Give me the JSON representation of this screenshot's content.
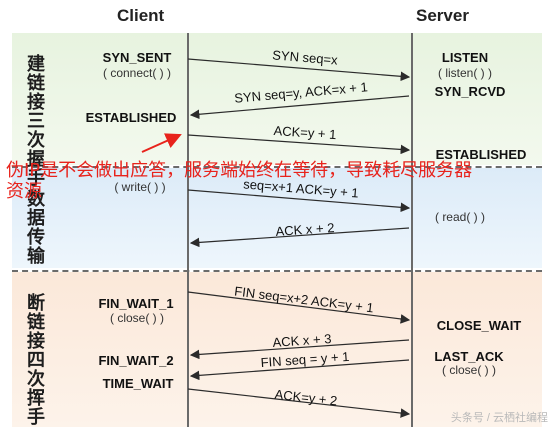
{
  "headers": {
    "client": "Client",
    "server": "Server"
  },
  "sections": {
    "connect": "建链接三次握手",
    "data": "数据传输",
    "disconnect": "断链接四次挥手"
  },
  "client_states": {
    "syn_sent": "SYN_SENT",
    "connect_call": "( connect( ) )",
    "established": "ESTABLISHED",
    "write_call": "( write( ) )",
    "fin_wait_1": "FIN_WAIT_1",
    "close_call": "( close( ) )",
    "fin_wait_2": "FIN_WAIT_2",
    "time_wait": "TIME_WAIT"
  },
  "server_states": {
    "listen": "LISTEN",
    "listen_call": "( listen( ) )",
    "syn_rcvd": "SYN_RCVD",
    "established": "ESTABLISHED",
    "read_call": "( read( ) )",
    "close_wait": "CLOSE_WAIT",
    "last_ack": "LAST_ACK",
    "close_call": "( close( ) )"
  },
  "messages": [
    "SYN seq=x",
    "SYN seq=y, ACK=x + 1",
    "ACK=y + 1",
    "seq=x+1 ACK=y + 1",
    "ACK x + 2",
    "FIN seq=x+2 ACK=y + 1",
    "ACK x + 3",
    "FIN seq = y + 1",
    "ACK=y + 2"
  ],
  "annotation": "伪IP是不会做出应答，服务端始终在等待，导致耗尽服务器资源",
  "watermark": "头条号 / 云栖社编程",
  "colors": {
    "arrow": "#2b2b2b",
    "annotation": "#e8231c"
  }
}
